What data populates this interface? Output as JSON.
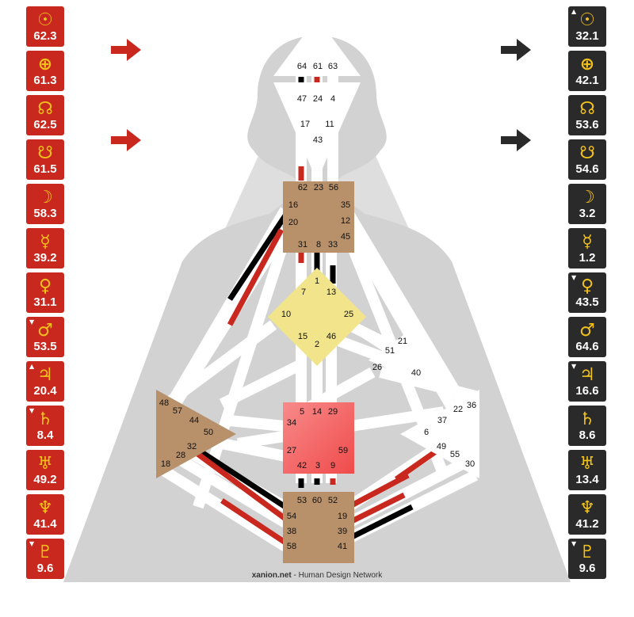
{
  "design_planets": [
    {
      "symbol": "☉",
      "value": "62.3",
      "marker": ""
    },
    {
      "symbol": "⊕",
      "value": "61.3",
      "marker": ""
    },
    {
      "symbol": "☊",
      "value": "62.5",
      "marker": ""
    },
    {
      "symbol": "☋",
      "value": "61.5",
      "marker": ""
    },
    {
      "symbol": "☽",
      "value": "58.3",
      "marker": ""
    },
    {
      "symbol": "☿",
      "value": "39.2",
      "marker": ""
    },
    {
      "symbol": "♀",
      "value": "31.1",
      "marker": ""
    },
    {
      "symbol": "♂",
      "value": "53.5",
      "marker": "▼"
    },
    {
      "symbol": "♃",
      "value": "20.4",
      "marker": "▲"
    },
    {
      "symbol": "♄",
      "value": "8.4",
      "marker": "▼"
    },
    {
      "symbol": "♅",
      "value": "49.2",
      "marker": ""
    },
    {
      "symbol": "♆",
      "value": "41.4",
      "marker": ""
    },
    {
      "symbol": "♇",
      "value": "9.6",
      "marker": "▼"
    }
  ],
  "personality_planets": [
    {
      "symbol": "☉",
      "value": "32.1",
      "marker": "▲"
    },
    {
      "symbol": "⊕",
      "value": "42.1",
      "marker": ""
    },
    {
      "symbol": "☊",
      "value": "53.6",
      "marker": ""
    },
    {
      "symbol": "☋",
      "value": "54.6",
      "marker": ""
    },
    {
      "symbol": "☽",
      "value": "3.2",
      "marker": ""
    },
    {
      "symbol": "☿",
      "value": "1.2",
      "marker": ""
    },
    {
      "symbol": "♀",
      "value": "43.5",
      "marker": "▼"
    },
    {
      "symbol": "♂",
      "value": "64.6",
      "marker": ""
    },
    {
      "symbol": "♃",
      "value": "16.6",
      "marker": "▼"
    },
    {
      "symbol": "♄",
      "value": "8.6",
      "marker": ""
    },
    {
      "symbol": "♅",
      "value": "13.4",
      "marker": ""
    },
    {
      "symbol": "♆",
      "value": "41.2",
      "marker": ""
    },
    {
      "symbol": "♇",
      "value": "9.6",
      "marker": "▼"
    }
  ],
  "colors": {
    "design": "#c8281e",
    "personality": "#2a2a2a",
    "glyph": "#f2c21b",
    "center_tan": "#b8916a",
    "center_yellow": "#f1e48a",
    "center_red": "#f04b4b",
    "background_figure": "#dedede"
  },
  "centers": {
    "head": {
      "gates": [
        "64",
        "61",
        "63"
      ]
    },
    "ajna": {
      "gates": [
        "47",
        "24",
        "4",
        "17",
        "43",
        "11"
      ]
    },
    "throat": {
      "gates": [
        "62",
        "23",
        "56",
        "16",
        "35",
        "20",
        "12",
        "45",
        "31",
        "8",
        "33"
      ]
    },
    "g": {
      "gates": [
        "1",
        "7",
        "13",
        "10",
        "25",
        "15",
        "46",
        "2"
      ]
    },
    "ego": {
      "gates": [
        "21",
        "51",
        "26",
        "40"
      ]
    },
    "spleen": {
      "gates": [
        "48",
        "57",
        "44",
        "50",
        "32",
        "28",
        "18"
      ]
    },
    "sacral": {
      "gates": [
        "5",
        "14",
        "29",
        "34",
        "27",
        "59",
        "42",
        "3",
        "9"
      ]
    },
    "solar": {
      "gates": [
        "36",
        "22",
        "37",
        "6",
        "49",
        "55",
        "30"
      ]
    },
    "root": {
      "gates": [
        "53",
        "60",
        "52",
        "54",
        "19",
        "38",
        "39",
        "58",
        "41"
      ]
    }
  },
  "footer": {
    "site": "xanion.net",
    "text": " - Human Design Network"
  }
}
